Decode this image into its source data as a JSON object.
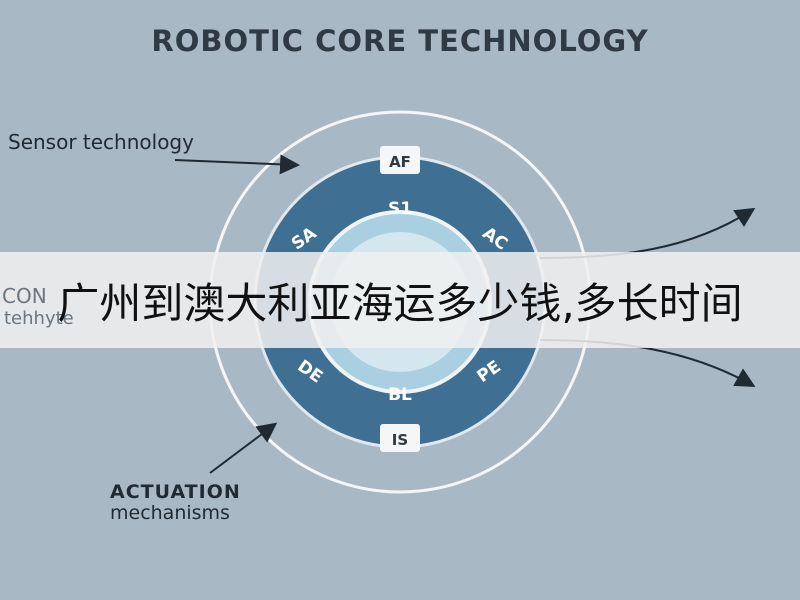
{
  "title": "ROBOTIC CORE TECHNOLOGY",
  "labels": {
    "sensor": "Sensor technology",
    "actuation_line1": "ACTUATION",
    "actuation_line2": "mechanisms",
    "ghost_left_1": "CON",
    "ghost_left_2": "tehhyte"
  },
  "outer_tabs": {
    "top": "AF",
    "bottom": "IS"
  },
  "ring_segments": {
    "top": "S1",
    "top_left": "SA",
    "top_right": "AC",
    "bottom_left": "DE",
    "bottom_right": "PE",
    "bottom": "BL"
  },
  "banner": {
    "text": "广州到澳大利亚海运多少钱,多长时间"
  },
  "colors": {
    "background": "#a9b8c5",
    "ring_dark": "#3f6f92",
    "core_light": "#cfe3ec",
    "banner_bg": "#f0f0f0"
  }
}
